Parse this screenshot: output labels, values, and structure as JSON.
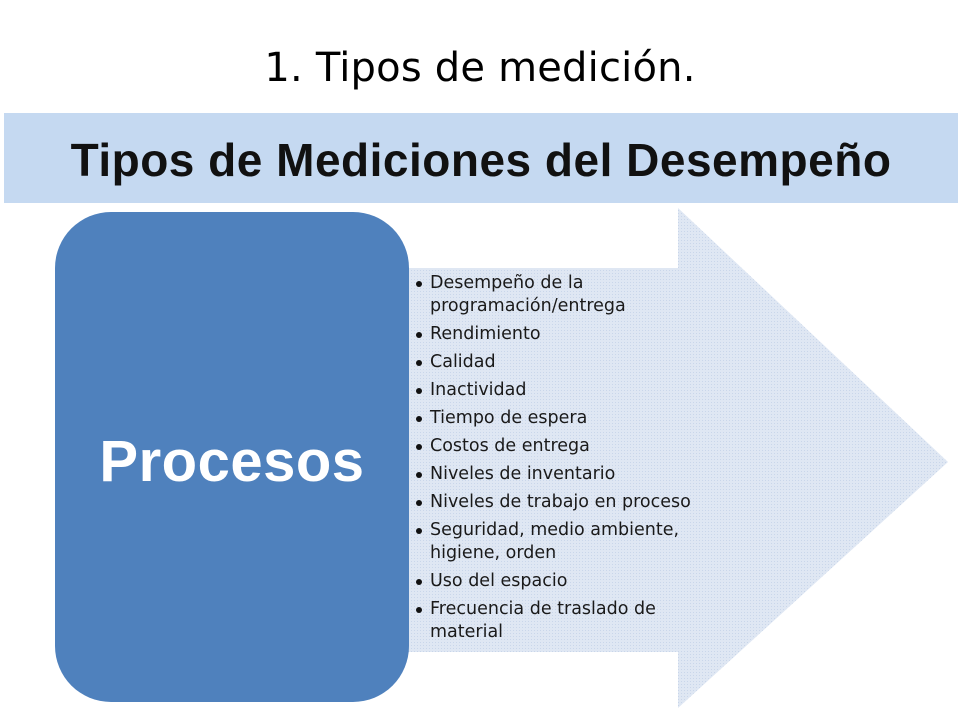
{
  "slide": {
    "title": "1. Tipos de medición.",
    "banner": "Tipos de Mediciones del Desempeño",
    "box_label": "Procesos",
    "items": [
      "Desempeño de la programación/entrega",
      "Rendimiento",
      "Calidad",
      "Inactividad",
      "Tiempo de espera",
      "Costos de entrega",
      "Niveles de inventario",
      "Niveles de trabajo en proceso",
      "Seguridad, medio ambiente, higiene, orden",
      "Uso del espacio",
      "Frecuencia de traslado de material"
    ]
  },
  "colors": {
    "banner": "#c5d9f1",
    "box": "#4f81bd",
    "arrow": "#dce6f2"
  }
}
